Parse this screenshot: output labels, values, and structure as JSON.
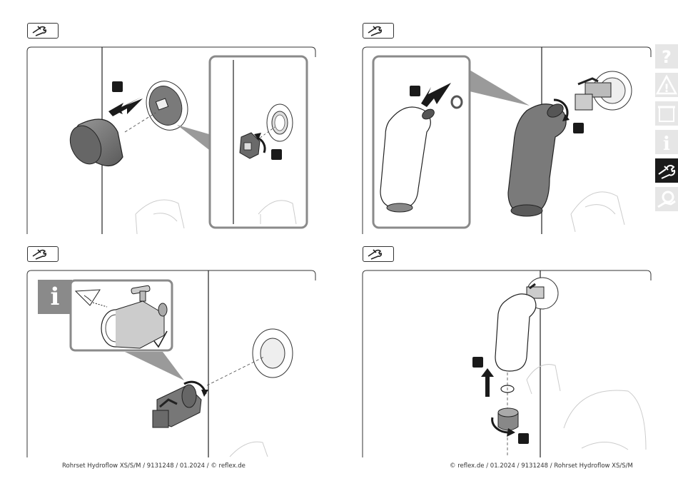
{
  "footer": {
    "left": "Rohrset Hydroflow XS/S/M  / 9131248 / 01.2024 / © reflex.de",
    "right": "© reflex.de / 01.2024 / 9131248 / Rohrset Hydroflow XS/S/M"
  },
  "side_nav": [
    {
      "icon": "question-icon",
      "active": false
    },
    {
      "icon": "warning-icon",
      "active": false
    },
    {
      "icon": "box-icon",
      "active": false
    },
    {
      "icon": "info-icon",
      "active": false
    },
    {
      "icon": "installation-icon",
      "active": true
    },
    {
      "icon": "maintenance-icon",
      "active": false
    }
  ],
  "info_letter": "i",
  "colors": {
    "gray": "#8a8a8a",
    "dark": "#555555",
    "active_tab": "#1a1a1a",
    "inactive_tab": "#e6e6e6"
  }
}
